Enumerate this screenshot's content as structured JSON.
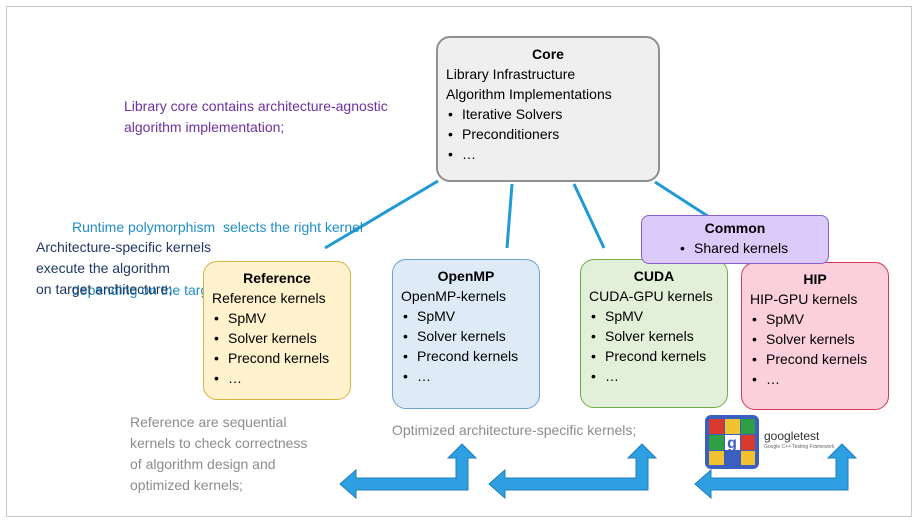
{
  "colors": {
    "purple_text": "#7030a0",
    "blue_text": "#1f8fc7",
    "navy_text": "#1f3864",
    "gray_text": "#8c8c8c",
    "connector": "#1f9ad6",
    "arrow": "#2e9fe0"
  },
  "core": {
    "title": "Core",
    "lines": [
      "Library Infrastructure",
      "Algorithm Implementations"
    ],
    "items": [
      "Iterative Solvers",
      "Preconditioners",
      "…"
    ]
  },
  "common": {
    "title": "Common",
    "items": [
      "Shared kernels"
    ]
  },
  "backends": [
    {
      "title": "Reference",
      "subtitle": "Reference kernels",
      "items": [
        "SpMV",
        "Solver kernels",
        "Precond kernels",
        "…"
      ]
    },
    {
      "title": "OpenMP",
      "subtitle": "OpenMP-kernels",
      "items": [
        "SpMV",
        "Solver kernels",
        "Precond kernels",
        "…"
      ]
    },
    {
      "title": "CUDA",
      "subtitle": "CUDA-GPU kernels",
      "items": [
        "SpMV",
        "Solver kernels",
        "Precond kernels",
        "…"
      ]
    },
    {
      "title": "HIP",
      "subtitle": "HIP-GPU kernels",
      "items": [
        "SpMV",
        "Solver kernels",
        "Precond kernels",
        "…"
      ]
    }
  ],
  "notes": {
    "core_note": [
      "Library core contains architecture-agnostic",
      "algorithm implementation;"
    ],
    "polymorphism_note": [
      "Runtime polymorphism  selects the right kernel",
      "depending on the target architecture;"
    ],
    "kernels_note": [
      "Architecture-specific kernels",
      "execute the algorithm",
      "on target architecture;"
    ],
    "reference_note": [
      "Reference are sequential",
      "kernels to check correctness",
      "of algorithm design and",
      "optimized kernels;"
    ],
    "optimized_note": "Optimized architecture-specific kernels;"
  },
  "googletest": {
    "logo_text": "googletest",
    "tagline": "Google C++ Testing Framework"
  }
}
